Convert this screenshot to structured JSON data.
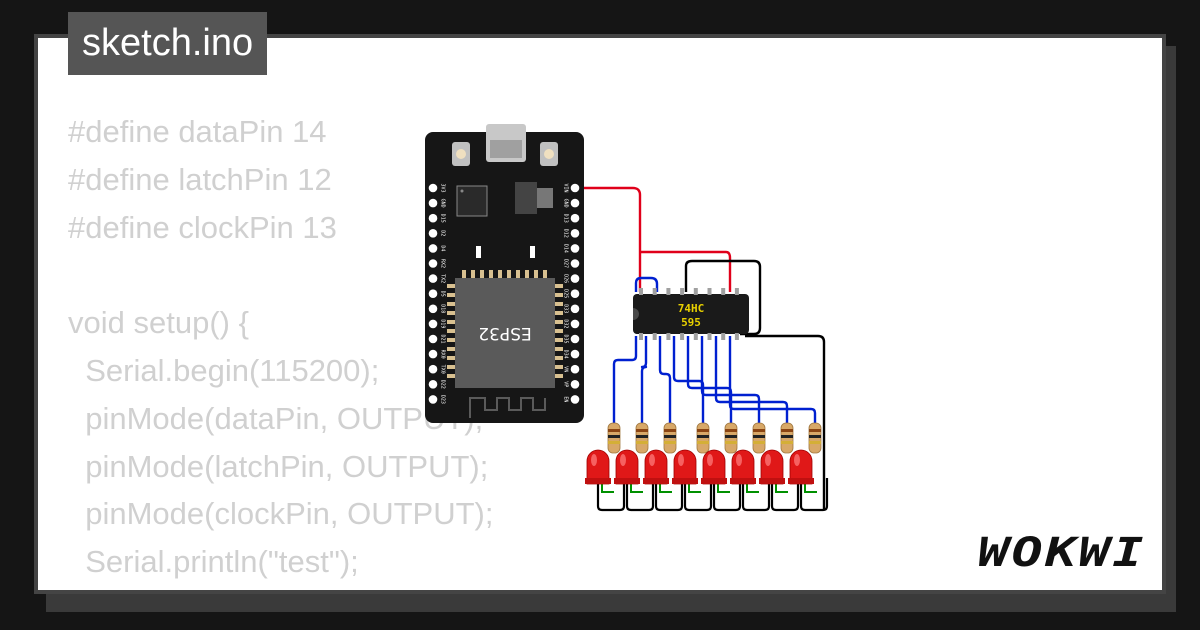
{
  "file_tab": {
    "label": "sketch.ino"
  },
  "code_lines": [
    "#define dataPin 14",
    "#define latchPin 12",
    "#define clockPin 13",
    "",
    "void setup() {",
    "  Serial.begin(115200);",
    "  pinMode(dataPin, OUTPUT);",
    "  pinMode(latchPin, OUTPUT);",
    "  pinMode(clockPin, OUTPUT);",
    "  Serial.println(\"test\");",
    "}"
  ],
  "esp32": {
    "chip_label": "ESP32",
    "left_pins": [
      "3V3",
      "GND",
      "D15",
      "D2",
      "D4",
      "RX2",
      "TX2",
      "D5",
      "D18",
      "D19",
      "D21",
      "RX0",
      "TX0",
      "D22",
      "D23"
    ],
    "right_pins": [
      "VIN",
      "GND",
      "D13",
      "D12",
      "D14",
      "D27",
      "D26",
      "D25",
      "D33",
      "D32",
      "D35",
      "D34",
      "VN",
      "VP",
      "EN"
    ]
  },
  "shift_register": {
    "line1": "74HC",
    "line2": "595"
  },
  "led_count": 8,
  "brand": {
    "logo": "WOKWI"
  },
  "colors": {
    "board": "#161616",
    "wire_red": "#e0001a",
    "wire_blue": "#0020d0",
    "wire_black": "#000000",
    "wire_green": "#009000",
    "led": "#e01818",
    "resistor": "#d8a868",
    "chip": "#1a1a1a",
    "chip_text": "#e8d000"
  }
}
